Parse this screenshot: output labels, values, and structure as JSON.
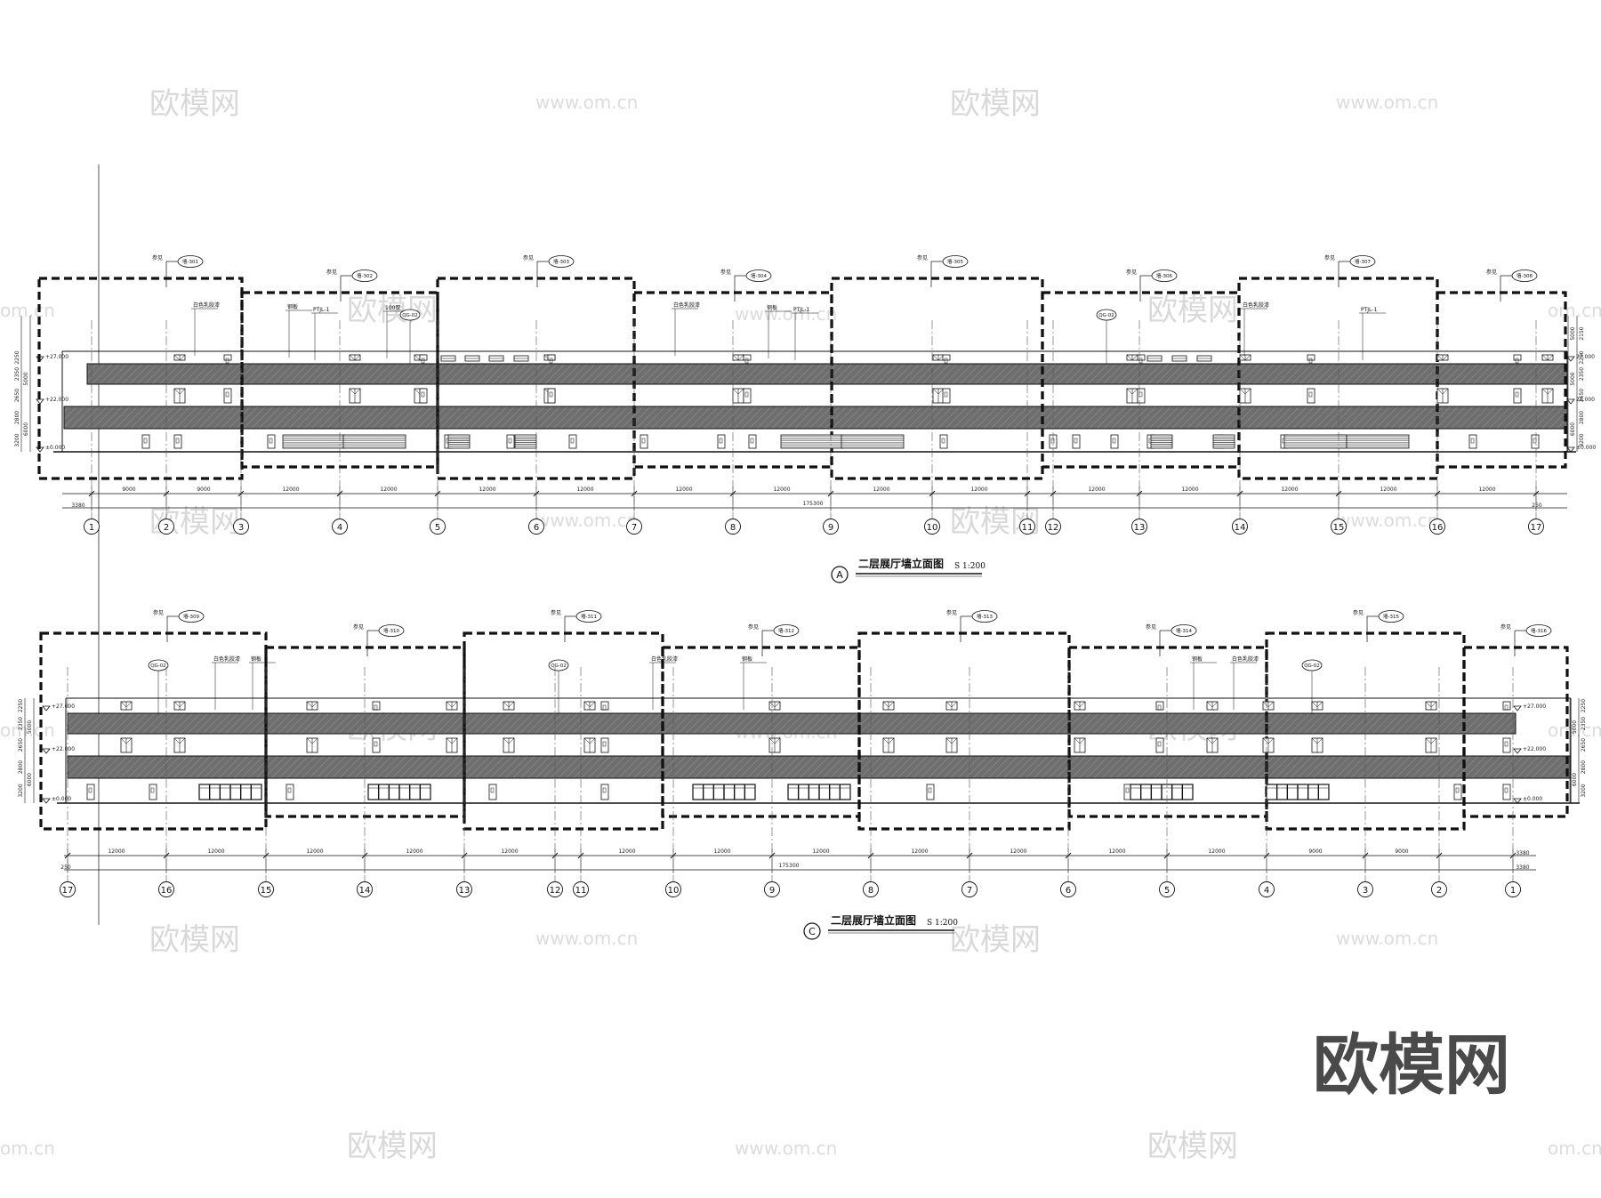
{
  "watermark": {
    "brand": "欧模网",
    "url": "www.om.cn",
    "edge": "om.cn",
    "logo": "欧模网"
  },
  "elevations": [
    {
      "id": "A",
      "title": "二层展厅墙立面图",
      "scale": "S 1:200",
      "grid_labels": [
        "1",
        "2",
        "3",
        "4",
        "5",
        "6",
        "7",
        "8",
        "9",
        "10",
        "11",
        "12",
        "13",
        "14",
        "15",
        "16",
        "17"
      ],
      "bay_dims": [
        "9000",
        "9000",
        "12000",
        "12000",
        "12000",
        "12000",
        "12000",
        "12000",
        "12000",
        "12000",
        "12000",
        "12000",
        "12000",
        "12000",
        "12000"
      ],
      "edge_dims": [
        "3380",
        "250"
      ],
      "total_dim": "175300",
      "left_levels": [
        "±0.000",
        "+22.000",
        "+27.000"
      ],
      "right_levels": [
        "±0.000",
        "22.000",
        "27.000"
      ],
      "left_heights": [
        "3200",
        "2800",
        "2650",
        "2350",
        "2250"
      ],
      "left_totals": [
        "6000",
        "5000"
      ],
      "right_heights": [
        "3200",
        "2800",
        "2650",
        "2350",
        "2250",
        "2150"
      ],
      "right_totals": [
        "6000",
        "5000",
        "5000"
      ],
      "refs": [
        "墙-301",
        "墙-302",
        "墙-303",
        "墙-304",
        "墙-305",
        "墙-306",
        "墙-307",
        "墙-308"
      ],
      "ref_prefix": "参见",
      "notes": [
        "白色乳胶漆",
        "钢板",
        "PTJL-1",
        "100厚",
        "白色乳胶漆",
        "钢板",
        "PTJL-1",
        "白色乳胶漆",
        "PTJL-1"
      ],
      "tags": [
        "QG-02",
        "QG-02"
      ]
    },
    {
      "id": "C",
      "title": "二层展厅墙立面图",
      "scale": "S 1:200",
      "grid_labels": [
        "17",
        "16",
        "15",
        "14",
        "13",
        "12",
        "11",
        "10",
        "9",
        "8",
        "7",
        "6",
        "5",
        "4",
        "3",
        "2",
        "1"
      ],
      "bay_dims": [
        "12000",
        "12000",
        "12000",
        "12000",
        "12000",
        "12000",
        "12000",
        "12000",
        "12000",
        "12000",
        "12000",
        "12000",
        "9000",
        "9000"
      ],
      "edge_dims": [
        "250",
        "3380",
        "3380"
      ],
      "total_dim": "175300",
      "left_levels": [
        "±0.000",
        "+22.000",
        "+27.000"
      ],
      "right_levels": [
        "±0.000",
        "+22.000",
        "+27.000"
      ],
      "left_heights": [
        "3200",
        "2800",
        "2650",
        "2350",
        "2250"
      ],
      "left_totals": [
        "6000",
        "5000"
      ],
      "right_heights": [
        "3200",
        "2800",
        "2650",
        "2350",
        "2250"
      ],
      "right_totals": [
        "6000",
        "5000"
      ],
      "refs": [
        "墙-309",
        "墙-310",
        "墙-311",
        "墙-312",
        "墙-313",
        "墙-314",
        "墙-315",
        "墙-316"
      ],
      "ref_prefix": "参见",
      "notes": [
        "白色乳胶漆",
        "钢板",
        "白色乳胶漆",
        "钢板",
        "钢板",
        "白色乳胶漆"
      ],
      "tags": [
        "QG-02",
        "QG-02",
        "QG-02"
      ]
    }
  ],
  "colors": {
    "band": "#6b6b6b",
    "line": "#111111",
    "watermark": "#d9d9d9"
  }
}
